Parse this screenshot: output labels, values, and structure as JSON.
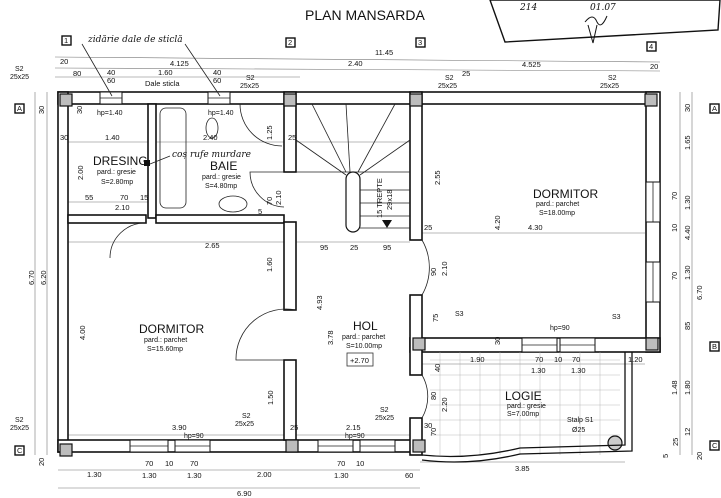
{
  "title": "PLAN MANSARDA",
  "stamp": {
    "number": "214",
    "date": "01.07",
    "signature": "semnatura"
  },
  "axes": {
    "top": [
      "1",
      "2",
      "3",
      "4"
    ],
    "side": [
      "A",
      "B",
      "C"
    ]
  },
  "annotations": {
    "glass_block_wall": "zidărie dale de sticlă",
    "glass_tiles": "Dale sticla",
    "laundry_basket": "coș rufe murdare",
    "stairs": "15 TREPTE",
    "stairs_size": "29x18",
    "level": "+2.70",
    "column": "Stalp S1",
    "column_diam": "Ø25"
  },
  "rooms": [
    {
      "name": "DRESING",
      "floor": "pard.: gresie",
      "area": "S=2.80mp"
    },
    {
      "name": "BAIE",
      "floor": "pard.: gresie",
      "area": "S=4.80mp"
    },
    {
      "name": "DORMITOR",
      "floor": "pard.: parchet",
      "area": "S=18.00mp"
    },
    {
      "name": "DORMITOR",
      "floor": "pard.: parchet",
      "area": "S=15.60mp"
    },
    {
      "name": "HOL",
      "floor": "pard.: parchet",
      "area": "S=10.00mp"
    },
    {
      "name": "LOGIE",
      "floor": "pard.: gresie",
      "area": "S=7.00mp"
    }
  ],
  "columns": {
    "s2": "S2",
    "s2_size": "25x25",
    "s3": "S3"
  },
  "sill": {
    "h140": "hp=1.40",
    "h90": "hp=90"
  },
  "dims_top": [
    "20",
    "4.125",
    "11.45",
    "2.40",
    "4.525",
    "20",
    "80",
    "40",
    "60",
    "1.60",
    "40",
    "60",
    "25",
    "30"
  ],
  "dims_interior": [
    "1.40",
    "2.40",
    "30",
    "2.00",
    "1.25",
    "25",
    "55",
    "70",
    "2.10",
    "15",
    "70",
    "2.10",
    "5",
    "2.65",
    "95",
    "25",
    "95",
    "25",
    "2.55",
    "4.20",
    "4.30",
    "1.60",
    "4.00",
    "4.93",
    "3.78",
    "90",
    "2.10",
    "1.50",
    "75",
    "30",
    "40",
    "1.90",
    "70",
    "1.30",
    "10",
    "70",
    "1.30",
    "1.20",
    "80",
    "2.20",
    "70",
    "30",
    "3.90",
    "2.15",
    "25",
    "3.85"
  ],
  "dims_bottom": [
    "1.30",
    "70",
    "1.30",
    "10",
    "70",
    "1.30",
    "2.00",
    "70",
    "1.30",
    "10",
    "60",
    "6.90"
  ],
  "dims_left": [
    "30",
    "6.70",
    "6.20",
    "20"
  ],
  "dims_right": [
    "30",
    "1.65",
    "70",
    "1.30",
    "10",
    "4.40",
    "70",
    "1.30",
    "6.70",
    "85",
    "1.48",
    "1.80",
    "12",
    "25",
    "5",
    "20"
  ]
}
